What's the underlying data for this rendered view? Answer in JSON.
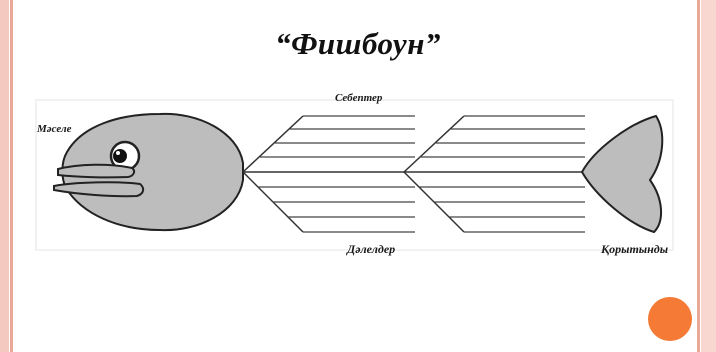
{
  "slide": {
    "title": "“Фишбоун”"
  },
  "diagram": {
    "labels": {
      "problem": "Мәселе",
      "causes": "Себептер",
      "evidence": "Дәлелдер",
      "conclusion": "Қорытынды"
    },
    "colors": {
      "fish_fill": "#bdbdbd",
      "fish_outline": "#222222",
      "bone_lines": "#333333",
      "accent_dot": "#f47a35",
      "frame_pink": "#f4c9c0"
    }
  }
}
